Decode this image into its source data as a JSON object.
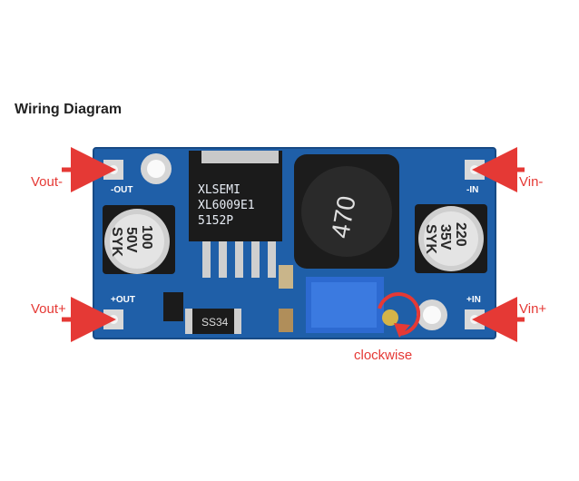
{
  "title": "Wiring Diagram",
  "labels": {
    "vout_minus": "Vout-",
    "vout_plus": "Vout+",
    "vin_minus": "Vin-",
    "vin_plus": "Vin+",
    "clockwise": "clockwise"
  },
  "chip": {
    "line1": "XLSEMI",
    "line2": "XL6009E1",
    "line3": "5152P"
  },
  "inductor": "470",
  "cap_left": {
    "line1": "100",
    "line2": "50V",
    "line3": "SYK"
  },
  "cap_right": {
    "line1": "220",
    "line2": "35V",
    "line3": "SYK"
  },
  "diode": "SS34",
  "silkscreen": {
    "out_minus": "OUT",
    "out_plus": "OUT",
    "in_minus": "IN",
    "in_plus": "IN"
  },
  "colors": {
    "board": "#1f5fa8",
    "arrow": "#e53935",
    "label": "#e53935"
  }
}
